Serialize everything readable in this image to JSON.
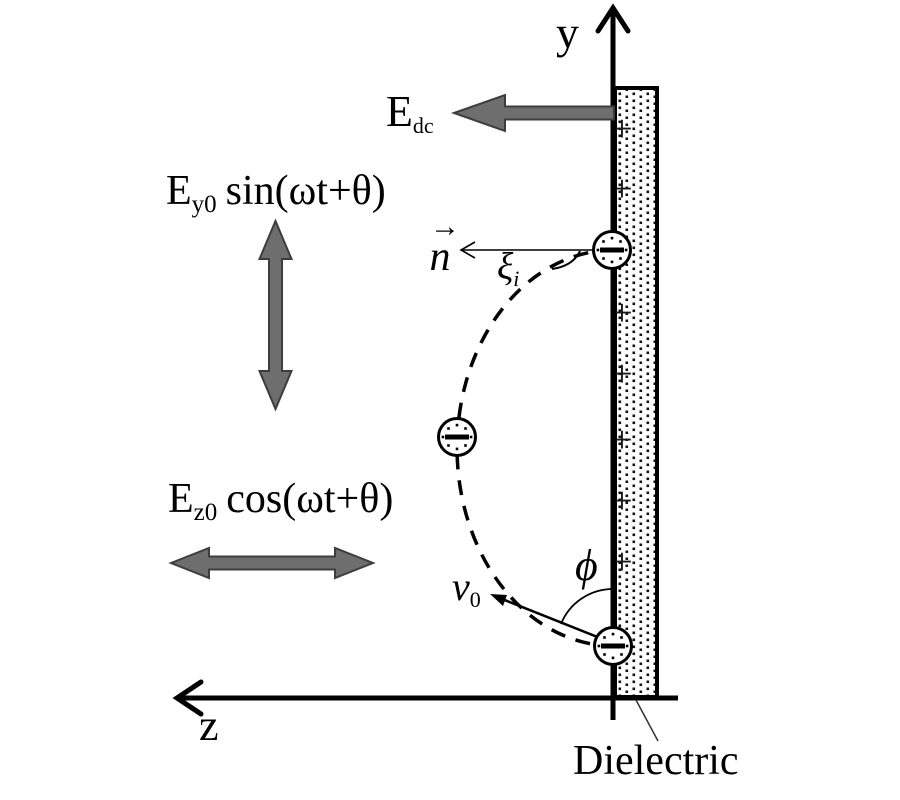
{
  "labels": {
    "y_axis": "y",
    "z_axis": "z",
    "dielectric": "Dielectric",
    "e_dc": {
      "base": "E",
      "sub": "dc"
    },
    "e_y": {
      "base": "E",
      "sub": "y0",
      "func": "sin(ωt+θ)"
    },
    "e_z": {
      "base": "E",
      "sub": "z0",
      "func": "cos(ωt+θ)"
    },
    "n_hat": {
      "arrow": "→",
      "base": "n"
    },
    "xi": {
      "base": "ξ",
      "sub": "i"
    },
    "v0": {
      "base": "v",
      "sub": "0"
    },
    "phi": "ϕ",
    "charge_plus": "+"
  },
  "colors": {
    "ink": "#000000",
    "background": "#ffffff",
    "field_arrow_fill": "#6e6e6e",
    "field_arrow_edge": "#3d3d3d"
  }
}
